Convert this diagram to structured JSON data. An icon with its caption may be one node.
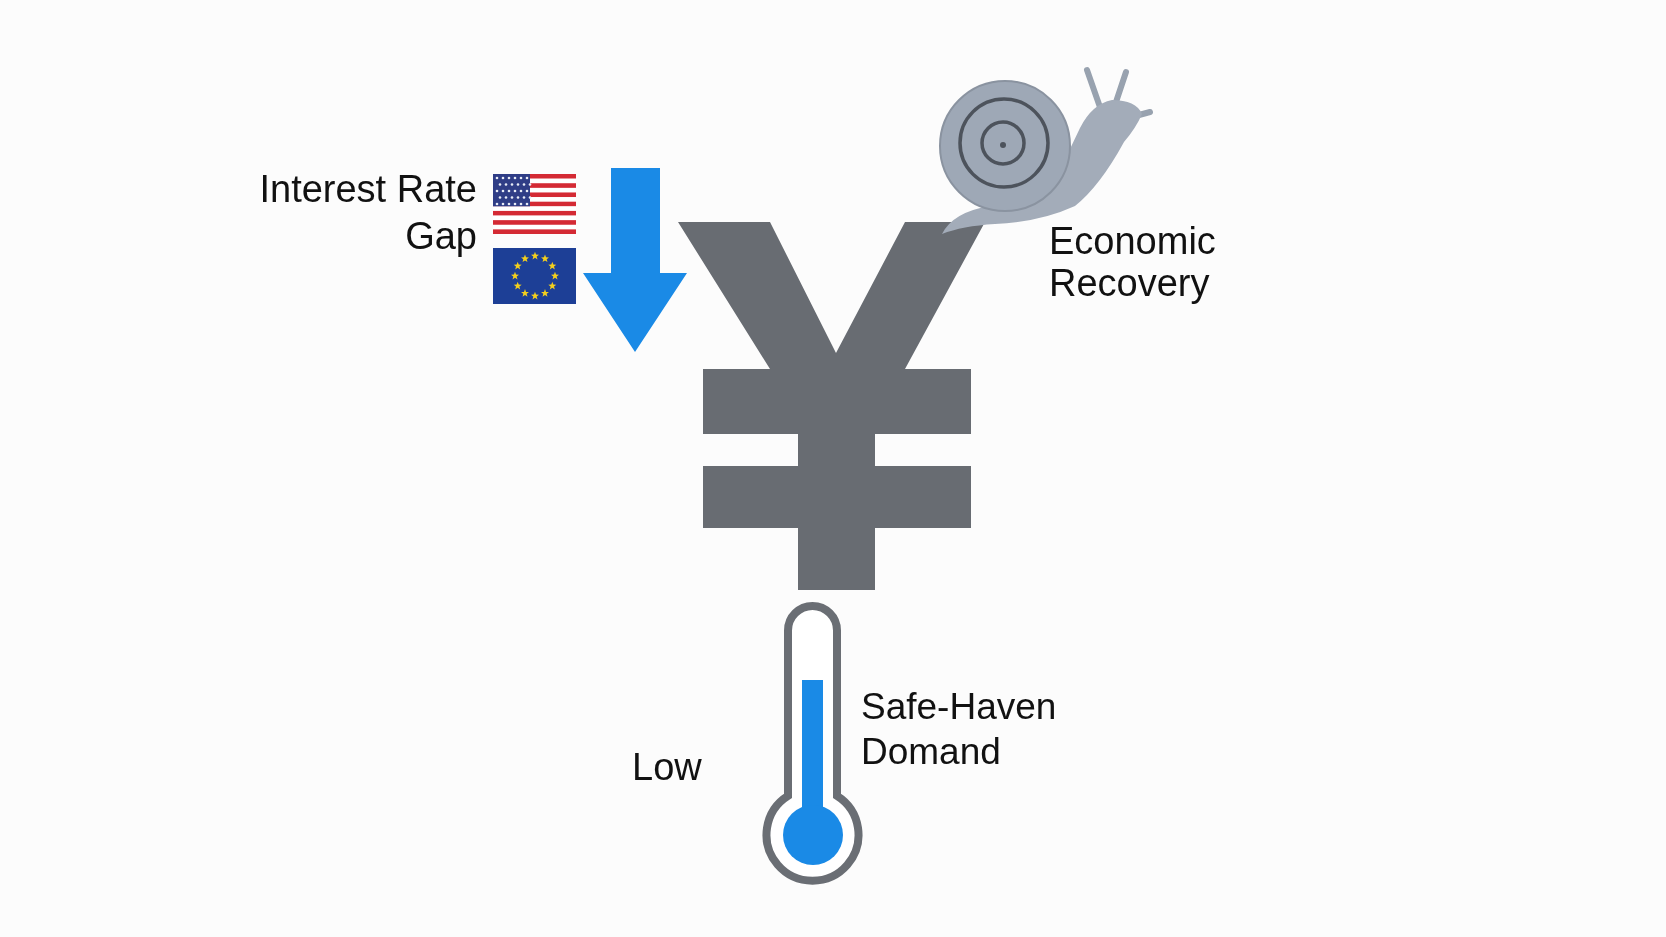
{
  "diagram": {
    "nodes": [
      {
        "text": [],
        "shape": "picture"
      }
    ],
    "labels": [
      "Interest Rate Gap",
      "Economic Recovery",
      "Safe-Haven Domand",
      "Low"
    ]
  }
}
